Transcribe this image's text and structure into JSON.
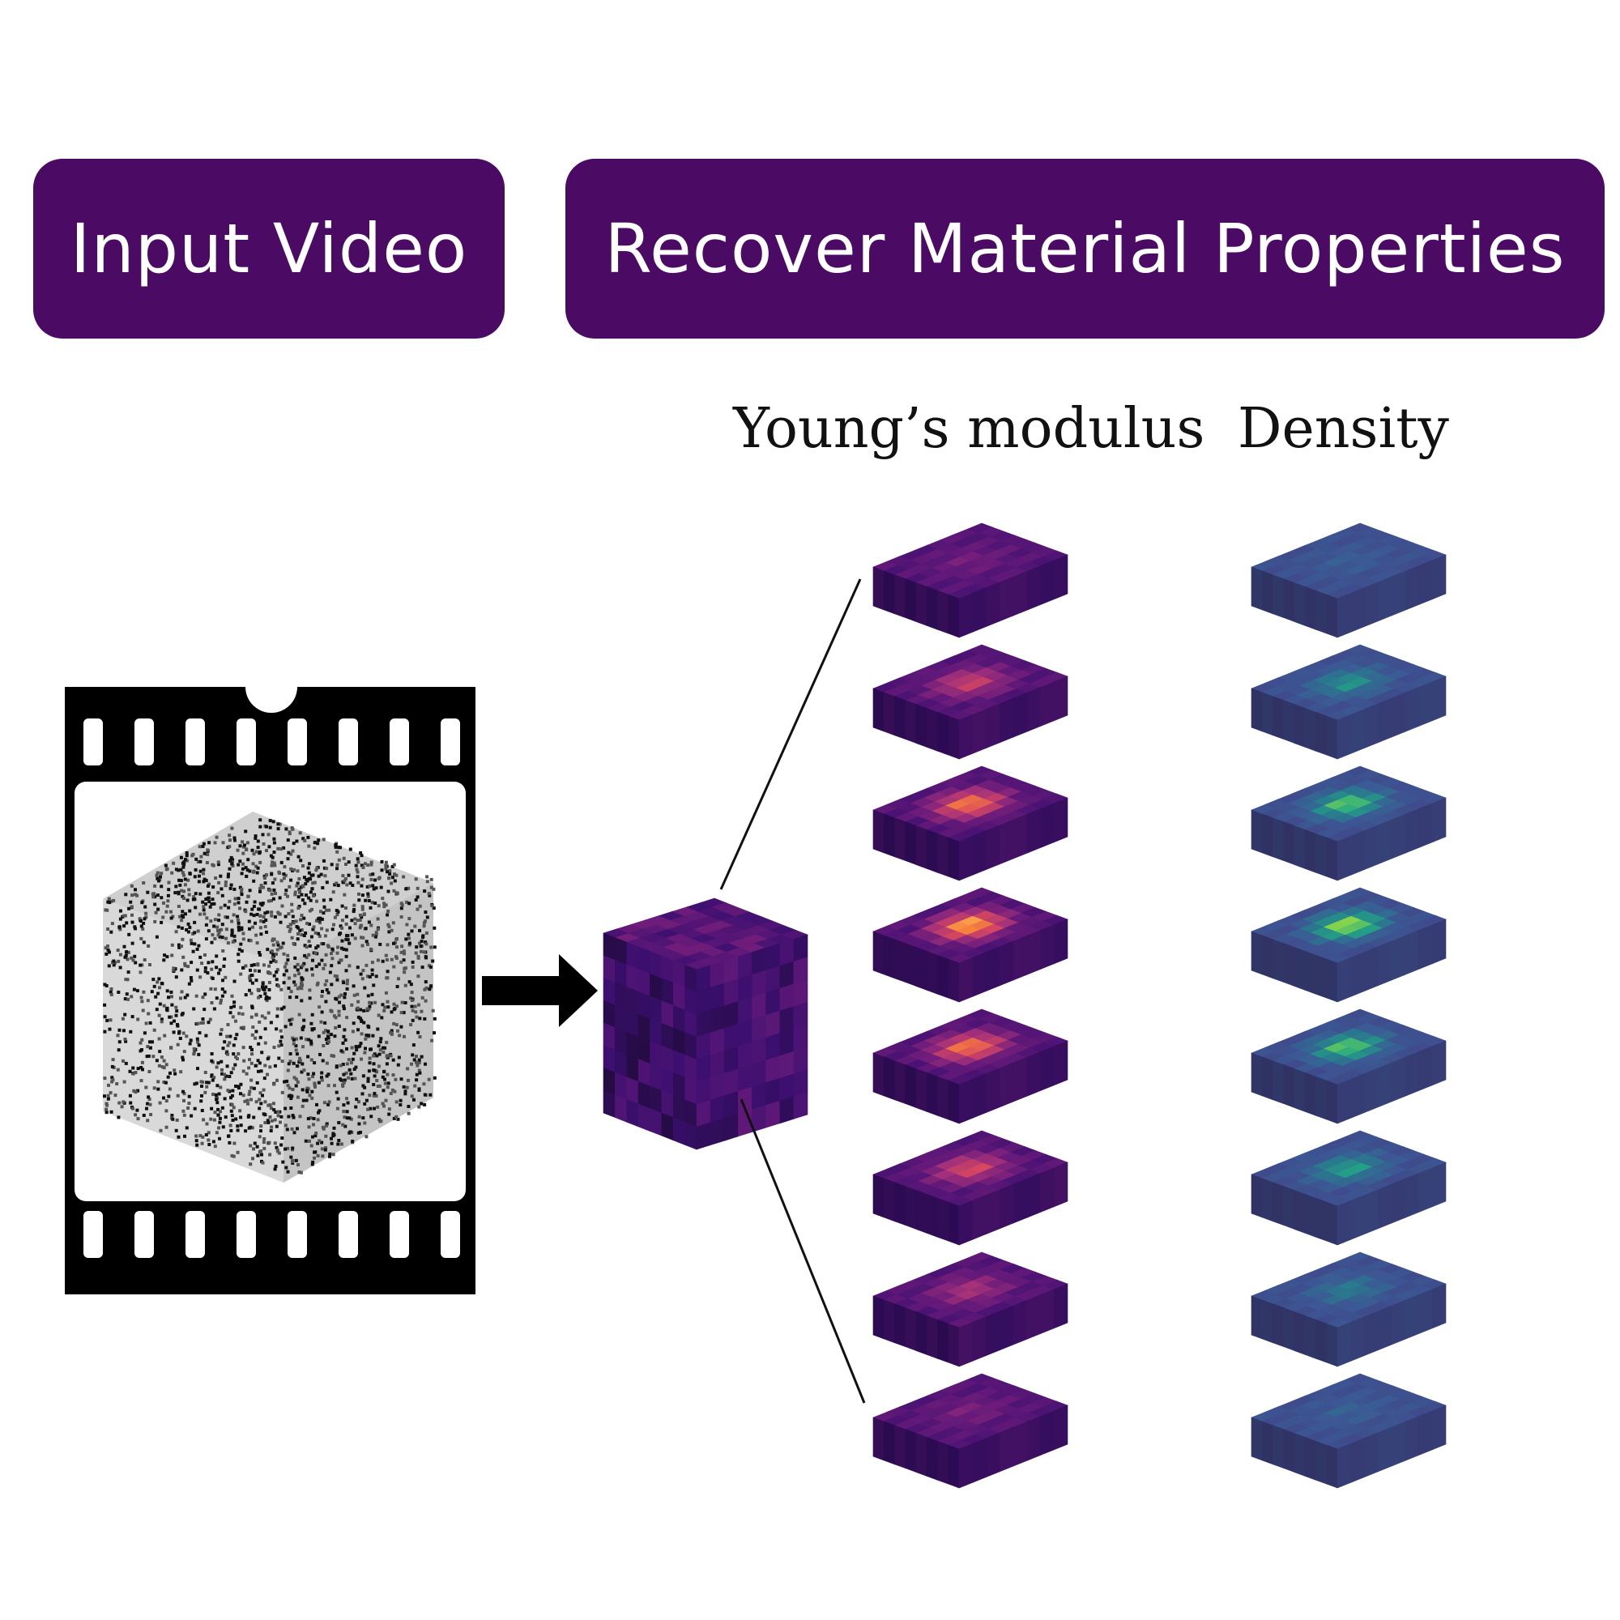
{
  "header": {
    "input_title": "Input Video",
    "recover_title": "Recover Material Properties"
  },
  "columns": {
    "young_label": "Young’s modulus",
    "density_label": "Density"
  },
  "colors": {
    "banner_bg": "#4b0b65",
    "banner_text": "#ffffff",
    "film_strip": "#000000",
    "arrow": "#000000"
  },
  "slices": {
    "count": 8,
    "young_colormap": "magma",
    "density_colormap": "viridis",
    "peak_intensity": [
      0.15,
      0.55,
      0.85,
      1.0,
      0.85,
      0.62,
      0.4,
      0.18
    ]
  },
  "icons": [
    "film-strip-icon",
    "right-arrow-icon",
    "voxel-cube-icon"
  ]
}
